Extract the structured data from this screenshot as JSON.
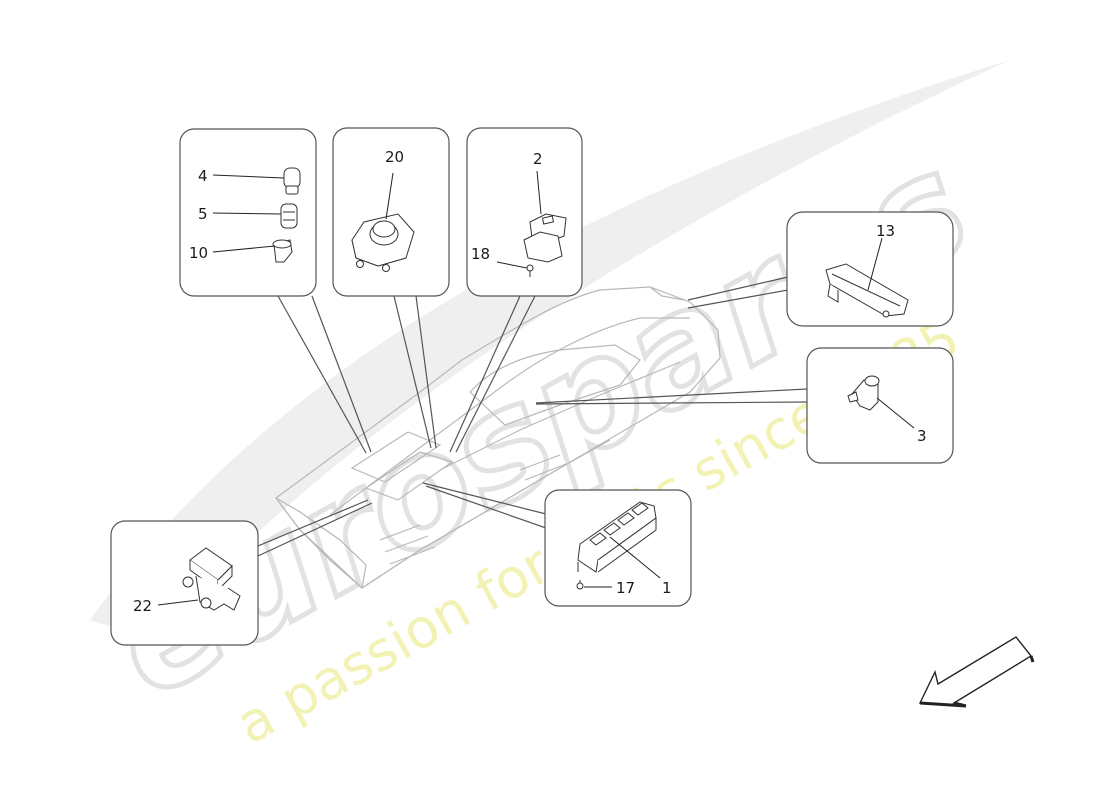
{
  "callouts": {
    "c4": "4",
    "c5": "5",
    "c10": "10",
    "c20": "20",
    "c2": "2",
    "c18": "18",
    "c13": "13",
    "c3": "3",
    "c22": "22",
    "c17": "17",
    "c1": "1"
  },
  "watermark": {
    "brand": "eurospares",
    "tagline": "a passion for parts since 1985"
  },
  "colors": {
    "line": "#222222",
    "box_stroke": "#555555",
    "console_stroke": "#b5b5b5",
    "watermark_gray": "#e6e6e6",
    "watermark_yellow": "#f1f0a8"
  },
  "icons": {
    "direction_arrow": "arrow-down-left-icon"
  }
}
